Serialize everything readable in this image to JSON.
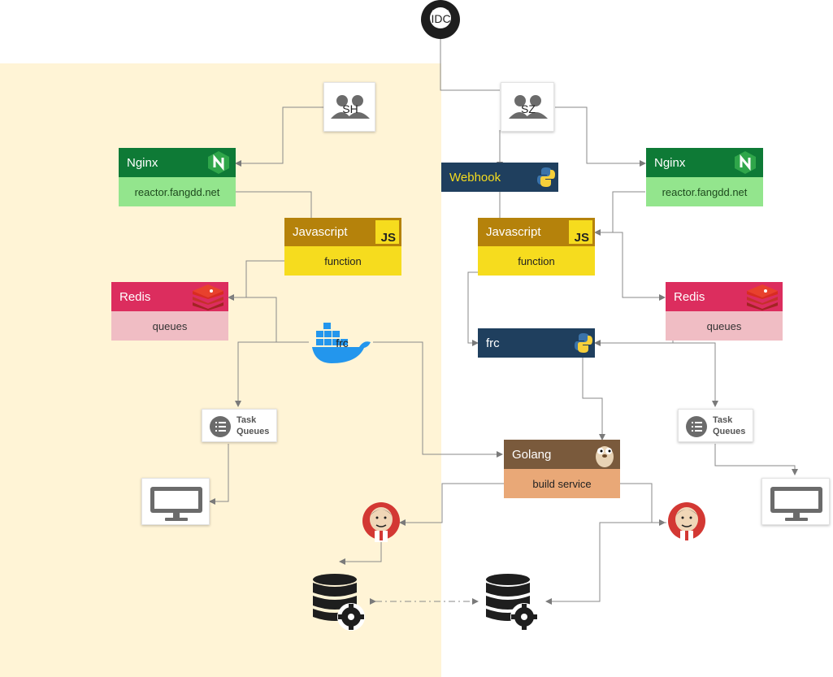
{
  "idc": {
    "label": "IDC"
  },
  "sh": {
    "team_label": "SH",
    "nginx": {
      "title": "Nginx",
      "sub": "reactor.fangdd.net"
    },
    "javascript": {
      "title": "Javascript",
      "sub": "function"
    },
    "redis": {
      "title": "Redis",
      "sub": "queues"
    },
    "frc": {
      "label": "frc"
    },
    "task_queues": {
      "line1": "Task",
      "line2": "Queues"
    }
  },
  "sz": {
    "team_label": "SZ",
    "webhook": {
      "title": "Webhook"
    },
    "nginx": {
      "title": "Nginx",
      "sub": "reactor.fangdd.net"
    },
    "javascript": {
      "title": "Javascript",
      "sub": "function"
    },
    "redis": {
      "title": "Redis",
      "sub": "queues"
    },
    "frc": {
      "title": "frc"
    },
    "task_queues": {
      "line1": "Task",
      "line2": "Queues"
    }
  },
  "golang": {
    "title": "Golang",
    "sub": "build service"
  },
  "colors": {
    "nginx_head": "#0e7a36",
    "nginx_sub": "#93e58d",
    "js_head": "#b5820b",
    "js_sub": "#f6dc1e",
    "redis_head": "#dc2d5e",
    "redis_sub": "#f0bdc4",
    "python_head": "#1f3f5e",
    "golang_head": "#7a5a3c",
    "golang_sub": "#e9a877",
    "sh_zone": "#fff4d6"
  },
  "icons": [
    "github-icon",
    "team-icon",
    "nginx-icon",
    "javascript-icon",
    "redis-icon",
    "docker-icon",
    "python-icon",
    "gopher-icon",
    "task-queues-icon",
    "monitor-icon",
    "jenkins-icon",
    "database-gear-icon"
  ]
}
